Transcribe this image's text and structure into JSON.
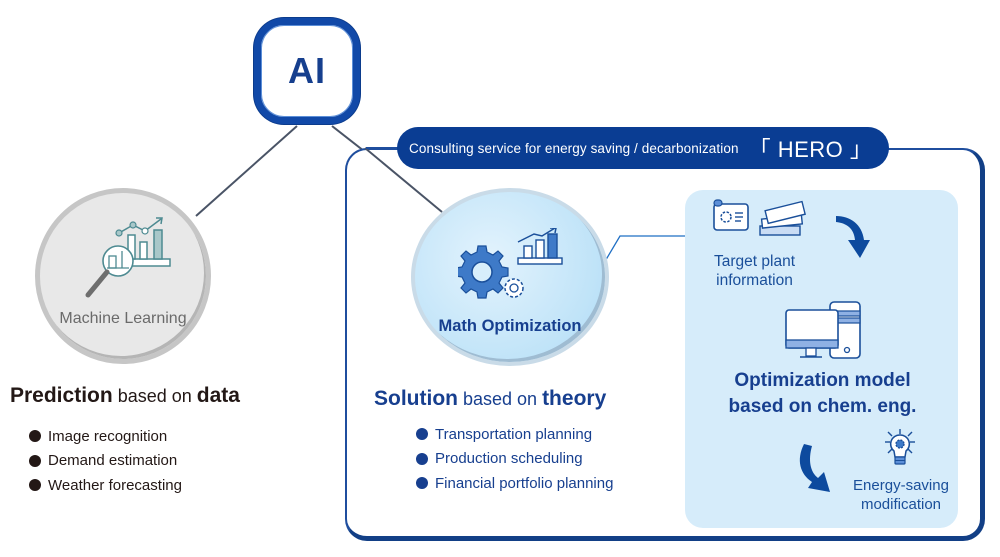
{
  "ai": {
    "label": "AI"
  },
  "hero": {
    "subtitle": "Consulting service for energy saving / decarbonization",
    "name": "「 HERO 」",
    "steps": [
      {
        "label_line1": "Target plant",
        "label_line2": "information",
        "icon": "plant-documents-icon"
      },
      {
        "label_line1": "Optimization model",
        "label_line2": "based on chem. eng.",
        "icon": "computer-icon"
      },
      {
        "label_line1": "Energy-saving",
        "label_line2": "modification",
        "icon": "lightbulb-gear-icon"
      }
    ]
  },
  "machine_learning": {
    "label": "Machine Learning",
    "icon": "magnifier-chart-icon",
    "heading_strong1": "Prediction",
    "heading_thin": " based on ",
    "heading_strong2": "data",
    "bullets": [
      "Image recognition",
      "Demand estimation",
      "Weather forecasting"
    ]
  },
  "math_optimization": {
    "label": "Math Optimization",
    "icon": "gears-chart-icon",
    "heading_strong1": "Solution",
    "heading_thin": " based on ",
    "heading_strong2": "theory",
    "bullets": [
      "Transportation planning",
      "Production scheduling",
      "Financial portfolio planning"
    ]
  },
  "colors": {
    "navy": "#0a3d93",
    "dark_text": "#231816",
    "panel_blue": "#d6ecfa",
    "ml_gray": "#e8e8e8"
  }
}
